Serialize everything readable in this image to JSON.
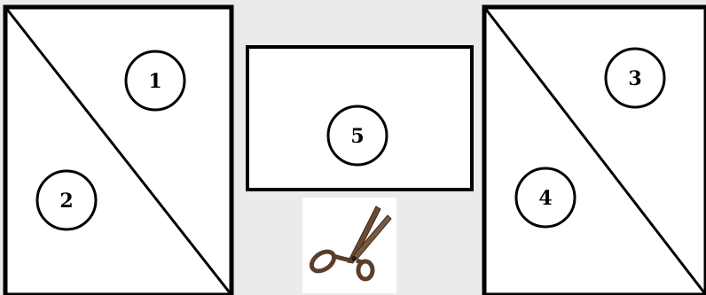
{
  "diagram": {
    "pieces": [
      {
        "label": "1"
      },
      {
        "label": "2"
      },
      {
        "label": "3"
      },
      {
        "label": "4"
      },
      {
        "label": "5"
      }
    ],
    "colors": {
      "background": "#ebebeb",
      "panel": "#ffffff",
      "stroke": "#000000",
      "scissors": "#6b4a33"
    },
    "tool_icon": "scissors-icon"
  }
}
